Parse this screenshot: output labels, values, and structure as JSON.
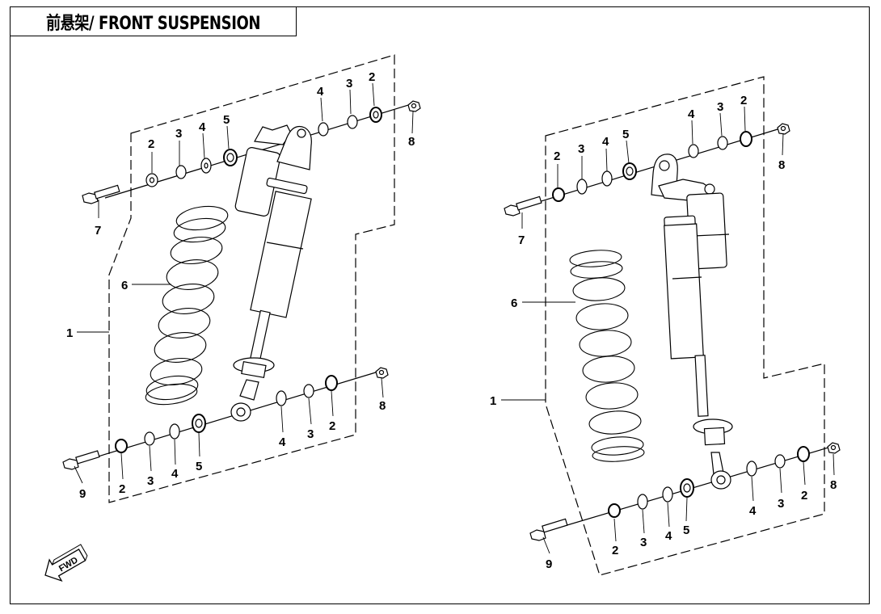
{
  "title": "前悬架/ FRONT SUSPENSION",
  "fwd_label": "FWD",
  "left_callouts": {
    "c1": "1",
    "c2a": "2",
    "c3a": "3",
    "c4a": "4",
    "c5a": "5",
    "c4b": "4",
    "c3b": "3",
    "c2b": "2",
    "c8a": "8",
    "c7": "7",
    "c6": "6",
    "c4c": "4",
    "c3c": "3",
    "c2c": "2",
    "c8b": "8",
    "c9": "9",
    "c2d": "2",
    "c3d": "3",
    "c4d": "4",
    "c5b": "5"
  },
  "right_callouts": {
    "c1": "1",
    "c2a": "2",
    "c3a": "3",
    "c4a": "4",
    "c5a": "5",
    "c4b": "4",
    "c3b": "3",
    "c2b": "2",
    "c8a": "8",
    "c7": "7",
    "c6": "6",
    "c4c": "4",
    "c3c": "3",
    "c2c": "2",
    "c8b": "8",
    "c9": "9",
    "c2d": "2",
    "c3d": "3",
    "c4d": "4",
    "c5b": "5"
  }
}
